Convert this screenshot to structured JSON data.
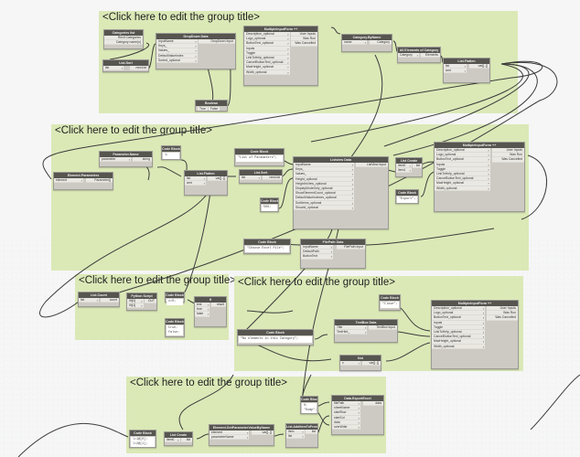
{
  "group_title": "<Click here to edit the group title>",
  "nodes": {
    "categories": {
      "title": "Categories list",
      "outputs": [
        "Revit Categories",
        "Category name(s)"
      ]
    },
    "listsort1": {
      "title": "List.Sort",
      "inputs": [
        "list"
      ],
      "outputs": [
        "newList"
      ]
    },
    "dropdown": {
      "title": "DropDown Data",
      "inputs": [
        "InputName",
        "Keys_",
        "Values_",
        "DefaultValueIndex",
        "Sorted_optional"
      ],
      "outputs": [
        "DropDown Input"
      ]
    },
    "mif1": {
      "title": "MultipleInputForm ++",
      "inputs": [
        "Description_optional",
        "Logo_optional",
        "ButtonText_optional",
        "Inputs",
        "Toggle",
        "LinkToHelp_optional",
        "CancelButtonText_optional",
        "MaxHeight_optional",
        "Width_optional"
      ],
      "outputs": [
        "User Inputs",
        "Was Run",
        "Was Cancelled"
      ]
    },
    "catbyname": {
      "title": "Category.ByName",
      "inputs": [
        "name"
      ],
      "outputs": [
        "Category"
      ]
    },
    "allelements": {
      "title": "All Elements of Category",
      "inputs": [
        "Category"
      ],
      "outputs": [
        "Elements"
      ]
    },
    "flatten1": {
      "title": "List.Flatten",
      "inputs": [
        "list",
        "amt"
      ],
      "outputs": [
        "var[]..[]"
      ]
    },
    "boolean": {
      "title": "Boolean",
      "options": [
        "True",
        "False"
      ],
      "selected": "True"
    },
    "paramname": {
      "title": "Parameter.Name",
      "inputs": [
        "parameter"
      ],
      "outputs": [
        "string"
      ]
    },
    "elemparams": {
      "title": "Element.Parameters",
      "inputs": [
        "element"
      ],
      "outputs": [
        "Parameter[]"
      ]
    },
    "cb1": {
      "title": "Code Block",
      "code": "1;"
    },
    "flatten2": {
      "title": "List.Flatten",
      "inputs": [
        "list",
        "amt"
      ],
      "outputs": [
        "var[]..[]"
      ]
    },
    "cb2": {
      "title": "Code Block",
      "code": "\"List of Parameters\";"
    },
    "listsort2": {
      "title": "List.Sort",
      "inputs": [
        "list"
      ],
      "outputs": [
        "newList"
      ]
    },
    "cb3": {
      "title": "Code Block",
      "code": "500;"
    },
    "listview": {
      "title": "Listview Data",
      "inputs": [
        "InputName",
        "Keys_",
        "Values_",
        "Height_optional",
        "HeightInView_optional",
        "DisplayModeOnly_optional",
        "ShowElementCount_optional",
        "DefaultValueIndexes_optional",
        "SortItems_optional",
        "ShowId_optional"
      ],
      "outputs": [
        "ListView Input"
      ]
    },
    "listcreate1": {
      "title": "List Create",
      "inputs": [
        "item0",
        "item1"
      ],
      "outputs": [
        "list"
      ]
    },
    "cb4": {
      "title": "Code Block",
      "code": "\"Export\";"
    },
    "mif2": {
      "title": "MultipleInputForm ++",
      "inputs": [
        "Description_optional",
        "Logo_optional",
        "ButtonText_optional",
        "Inputs",
        "Toggle",
        "LinkToHelp_optional",
        "CancelButtonText_optional",
        "MaxHeight_optional",
        "Width_optional"
      ],
      "outputs": [
        "User Inputs",
        "Was Run",
        "Was Cancelled"
      ]
    },
    "cb5": {
      "title": "Code Block",
      "code": "\"Choose Excel File\";"
    },
    "filepath": {
      "title": "FilePath Data",
      "inputs": [
        "InputName",
        "DefaultPath",
        "ButtonText"
      ],
      "outputs": [
        "FilePath Input"
      ]
    },
    "listcount": {
      "title": "List.Count",
      "inputs": [
        "list"
      ],
      "outputs": [
        "count"
      ]
    },
    "python": {
      "title": "Python Script",
      "inputs": [
        "IN[0]",
        "IN[1]"
      ],
      "outputs": [
        "OUT"
      ]
    },
    "cb6": {
      "title": "Code Block",
      "code": "x>0;"
    },
    "cb7": {
      "title": "Code Block",
      "code": "true;\nfalse;"
    },
    "ifnode": {
      "title": "If",
      "inputs": [
        "test",
        "true",
        "false"
      ],
      "outputs": [
        "result"
      ]
    },
    "cb8": {
      "title": "Code Block",
      "code": "\"No elements in this Category\";"
    },
    "textbox": {
      "title": "TextBox Data",
      "inputs": [
        "Title",
        "TextHint_"
      ],
      "outputs": [
        "TextBox Input"
      ]
    },
    "cb9": {
      "title": "Code Block",
      "code": "\"Close\";"
    },
    "notnode": {
      "title": "Not",
      "inputs": [
        "x"
      ],
      "outputs": [
        "var[]..[]"
      ]
    },
    "mif3": {
      "title": "MultipleInputForm ++",
      "inputs": [
        "Description_optional",
        "Logo_optional",
        "ButtonText_optional",
        "Inputs",
        "Toggle",
        "LinkToHelp_optional",
        "CancelButtonText_optional",
        "MaxHeight_optional",
        "Width_optional"
      ],
      "outputs": [
        "User Inputs",
        "Was Run",
        "Was Cancelled"
      ]
    },
    "cb10": {
      "title": "Code Block",
      "code": "l=1@[0];\nl=2@[1];"
    },
    "listcreate2": {
      "title": "List Create",
      "inputs": [
        "item0"
      ],
      "outputs": [
        "list"
      ]
    },
    "getparam": {
      "title": "Element.GetParameterValueByName",
      "inputs": [
        "element",
        "parameterName"
      ],
      "outputs": [
        "var[]..[]"
      ]
    },
    "cb11": {
      "title": "Code Block",
      "code": "0;\n\"Dump\";"
    },
    "addtofront": {
      "title": "List.AddItemToFront",
      "inputs": [
        "item",
        "list"
      ],
      "outputs": [
        "list"
      ]
    },
    "exportexcel": {
      "title": "Data.ExportExcel",
      "inputs": [
        "filePath",
        "sheetName",
        "startRow",
        "startCol",
        "data",
        "overWrite"
      ],
      "outputs": [
        "data"
      ]
    }
  },
  "lacing": "AUTO"
}
